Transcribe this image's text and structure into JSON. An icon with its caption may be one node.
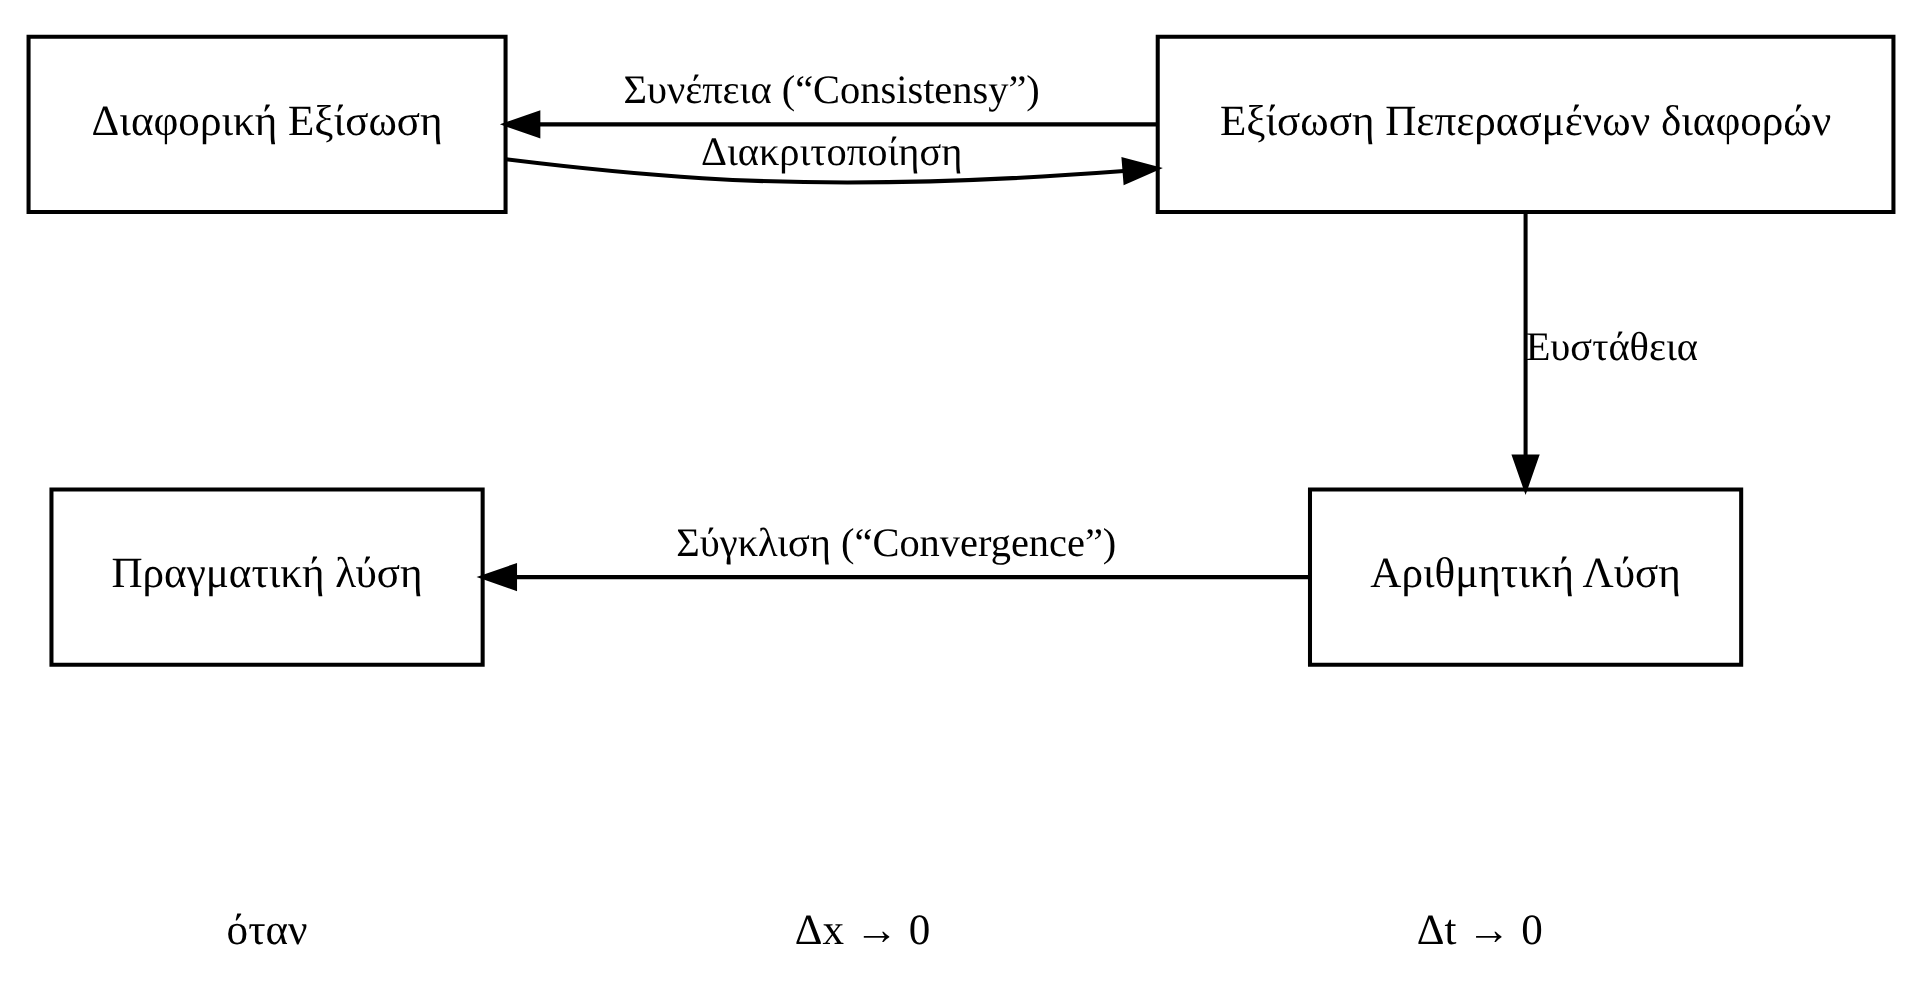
{
  "diagram": {
    "nodes": [
      {
        "text": [
          "Διαφορική Εξίσωση"
        ]
      },
      {
        "text": [
          "Εξίσωση Πεπερασμένων διαφορών"
        ]
      },
      {
        "text": [
          "Αριθμητική Λύση"
        ]
      },
      {
        "text": [
          "Πραγματική λύση"
        ]
      }
    ],
    "edges": [
      {
        "from": 0,
        "to": 1,
        "arrow": "to",
        "label": "Διακριτοποίηση"
      },
      {
        "from": 1,
        "to": 0,
        "arrow": "to",
        "label": "Συνέπεια (“Consistensy”)"
      },
      {
        "from": 1,
        "to": 2,
        "arrow": "to",
        "label": "Ευστάθεια"
      },
      {
        "from": 2,
        "to": 3,
        "arrow": "to",
        "label": "Σύγκλιση (“Convergence”)"
      }
    ],
    "labels": [
      "όταν",
      "Δx → 0",
      "Δt → 0"
    ]
  }
}
